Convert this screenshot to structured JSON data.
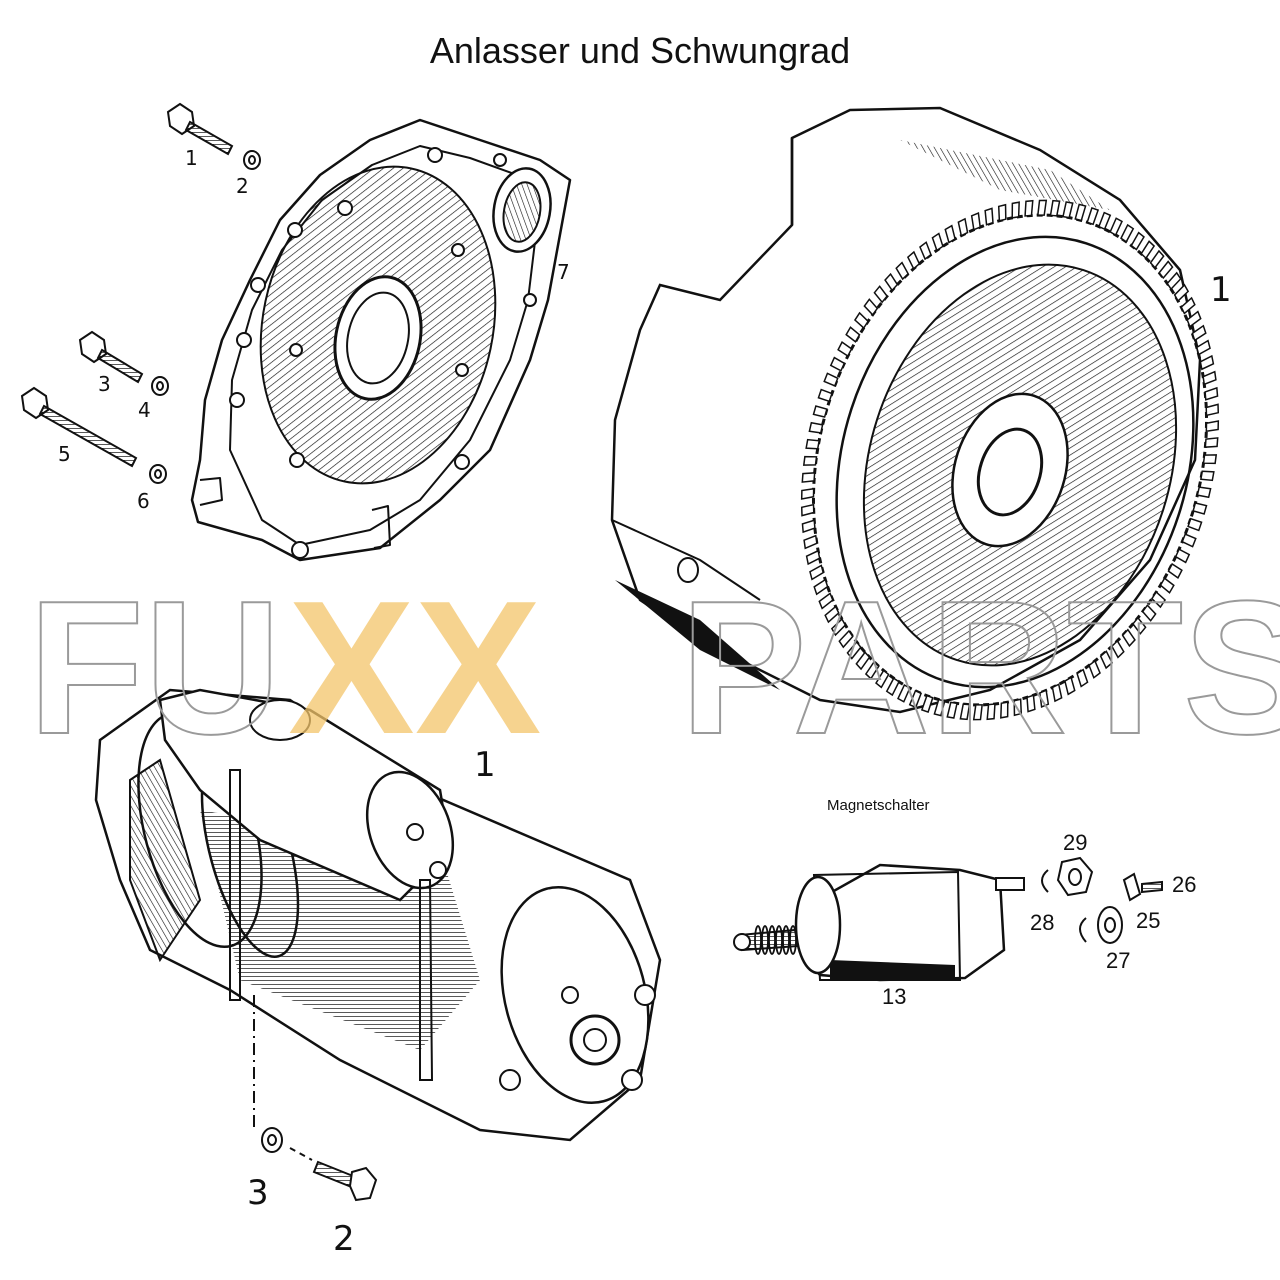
{
  "title": "Anlasser und Schwungrad",
  "watermark": {
    "text_left": "FU",
    "text_xx": "XX",
    "text_right": "PARTS",
    "xx_color": "#f3c46a",
    "outline_color": "#9a9a9a"
  },
  "callouts": {
    "housing": [
      "1",
      "2",
      "3",
      "4",
      "5",
      "6",
      "7"
    ],
    "flywheel": "1",
    "starter": "1",
    "starter_bolt": "2",
    "starter_washer": "3",
    "solenoid": [
      "13",
      "25",
      "26",
      "27",
      "28",
      "29"
    ]
  },
  "solenoid_caption": "Magnetschalter",
  "colors": {
    "line": "#111111",
    "background": "#ffffff"
  }
}
